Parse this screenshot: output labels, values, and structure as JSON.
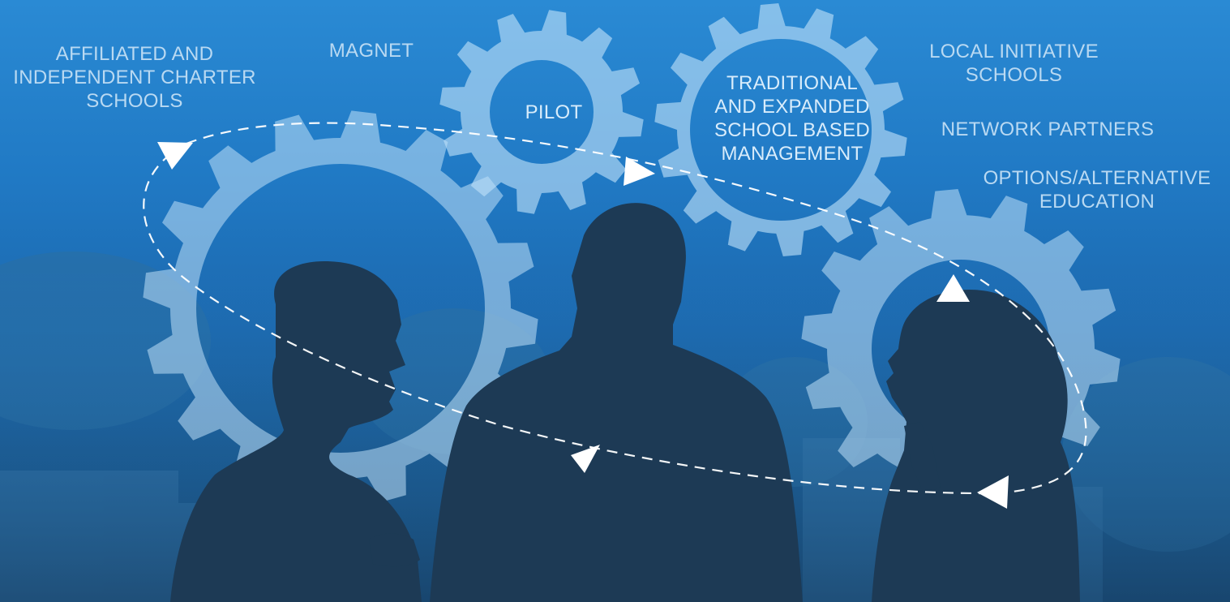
{
  "labels": {
    "affiliated": [
      "AFFILIATED AND",
      "INDEPENDENT CHARTER",
      "SCHOOLS"
    ],
    "magnet": [
      "MAGNET"
    ],
    "pilot": [
      "PILOT"
    ],
    "traditional": [
      "TRADITIONAL",
      "AND EXPANDED",
      "SCHOOL BASED",
      "MANAGEMENT"
    ],
    "local": [
      "LOCAL INITIATIVE",
      "SCHOOLS"
    ],
    "network": [
      "NETWORK PARTNERS"
    ],
    "options": [
      "OPTIONS/ALTERNATIVE",
      "EDUCATION"
    ]
  },
  "colors": {
    "gear_fill": "#bfe0f8",
    "silhouette": "#1d3a55",
    "label_text": "#b9d9f2",
    "arrow": "#ffffff"
  }
}
